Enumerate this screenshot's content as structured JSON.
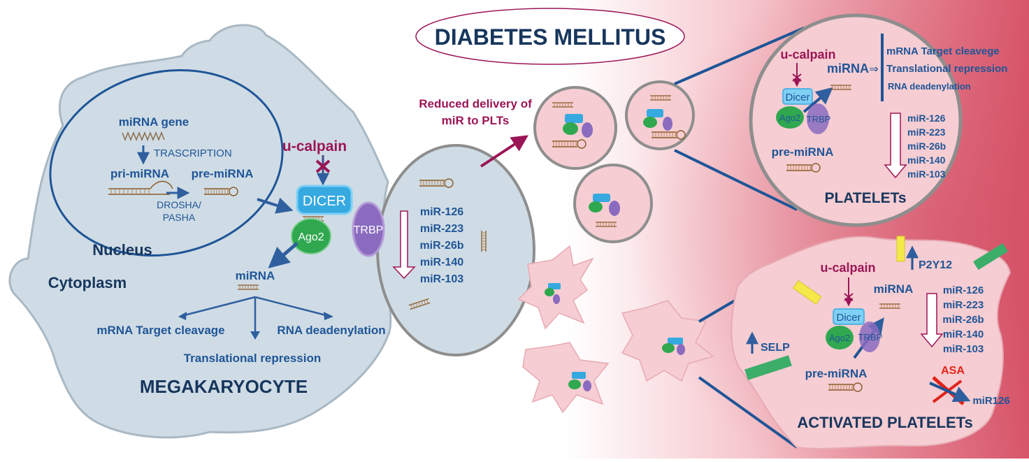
{
  "title": "DIABETES MELLITUS",
  "colors": {
    "blue_text": "#1f5597",
    "dark_text": "#17365d",
    "magenta": "#9b1556",
    "cell_fill": "#d0dde6",
    "platelet_fill": "#f6cdd2",
    "background_red": "#d9596b",
    "dicer": "#36a9e1",
    "ago2": "#2fa84f",
    "trbp": "#8a6bbf",
    "asa_red": "#e2231a",
    "selp_green": "#3cae6a",
    "p2y12_yellow": "#f4e94a"
  },
  "megakaryocyte": {
    "label": "MEGAKARYOCYTE",
    "cytoplasm": "Cytoplasm",
    "nucleus": "Nucleus",
    "mirna_gene": "miRNA gene",
    "transcription": "TRASCRIPTION",
    "pri_mirna": "pri-miRNA",
    "pre_mirna": "pre-miRNA",
    "drosha_line1": "DROSHA/",
    "drosha_line2": "PASHA",
    "u_calpain": "u-calpain",
    "dicer": "DICER",
    "ago2": "Ago2",
    "trbp": "TRBP",
    "mirna": "miRNA",
    "outcomes": {
      "cleavage": "mRNA Target cleavage",
      "deadenylation": "RNA deadenylation",
      "repression": "Translational repression"
    },
    "mir_list": [
      "miR-126",
      "miR-223",
      "miR-26b",
      "miR-140",
      "miR-103"
    ]
  },
  "delivery_label_line1": "Reduced delivery of",
  "delivery_label_line2": "miR to PLTs",
  "platelets": {
    "label": "PLATELETs",
    "u_calpain": "u-calpain",
    "mirna": "miRNA",
    "dicer": "Dicer",
    "ago2": "Ago2",
    "trbp": "TRBP",
    "pre_mirna": "pre-miRNA",
    "outcomes": [
      "mRNA Target cleavege",
      "Translational repression",
      "RNA deadenylation"
    ],
    "mir_list": [
      "miR-126",
      "miR-223",
      "miR-26b",
      "miR-140",
      "miR-103"
    ]
  },
  "activated": {
    "label": "ACTIVATED PLATELETs",
    "u_calpain": "u-calpain",
    "mirna": "miRNA",
    "dicer": "Dicer",
    "ago2": "Ago2",
    "trbp": "TRBP",
    "pre_mirna": "pre-miRNA",
    "p2y12": "P2Y12",
    "selp": "SELP",
    "asa": "ASA",
    "mir126": "miR126",
    "mir_list": [
      "miR-126",
      "miR-223",
      "miR-26b",
      "miR-140",
      "miR-103"
    ]
  }
}
